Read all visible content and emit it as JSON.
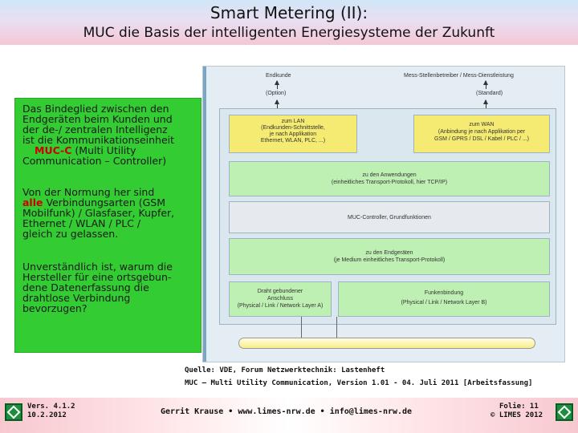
{
  "header": {
    "title": "Smart Metering (II):",
    "subtitle": "MUC die Basis der intelligenten Energiesysteme der Zukunft"
  },
  "panel": {
    "para1": [
      "Das Bindeglied zwischen den",
      "Endgeräten beim Kunden und",
      "der de-/ zentralen Intelligenz",
      "ist die Kommunikationseinheit"
    ],
    "muc_acronym": "MUC-C",
    "muc_line1_rest": "(Multi Utility",
    "muc_line2": "Communication – Controller)",
    "para2_line1": "Von der Normung her sind",
    "para2_highlight": "alle",
    "para2_line2_rest": "Verbindungsarten (GSM",
    "para2_rest": [
      "Mobilfunk) / Glasfaser, Kupfer,",
      "Ethernet / WLAN / PLC /",
      "gleich zu gelassen."
    ],
    "para3": [
      "Unverständlich ist, warum die",
      "Hersteller für eine ortsgebun-",
      "dene Datenerfassung die",
      "drahtlose Verbindung",
      "bevorzugen?"
    ]
  },
  "diagram": {
    "top_left_label": "Endkunde",
    "top_left_option": "(Option)",
    "top_right_label": "Mess-Stellenbetreiber / Mess-Dienstleistung",
    "top_right_option": "(Standard)",
    "lan_box": [
      "zum LAN",
      "(Endkunden-Schnittstelle,",
      "je nach Applikation",
      "Ethernet, WLAN, PLC, ...)"
    ],
    "wan_box": [
      "zum WAN",
      "(Anbindung je nach Applikation per",
      "GSM / GPRS / DSL / Kabel / PLC / ...)"
    ],
    "applications": [
      "zu den Anwendungen",
      "(einheitliches Transport-Protokoll, hier TCP/IP)"
    ],
    "controller": "MUC-Controller, Grundfunktionen",
    "devices": [
      "zu den Endgeräten",
      "(je Medium einheitliches Transport-Protokoll)"
    ],
    "wired": [
      "Draht gebundener",
      "Anschluss",
      "(Physical / Link / Network Layer A)"
    ],
    "wireless": [
      "Funkenbindung",
      "(Physical / Link / Network Layer B)"
    ]
  },
  "source": {
    "line1": "Quelle: VDE, Forum Netzwerktechnik: Lastenheft",
    "line2": "MUC – Multi Utility Communication, Version 1.01 - 04. Juli 2011 [Arbeitsfassung]"
  },
  "footer": {
    "version": "Vers. 4.1.2",
    "date": "10.2.2012",
    "contact": "Gerrit Krause • www.limes-nrw.de • info@limes-nrw.de",
    "slide": "Folie: 11",
    "copyright": "© LIMES 2012"
  }
}
